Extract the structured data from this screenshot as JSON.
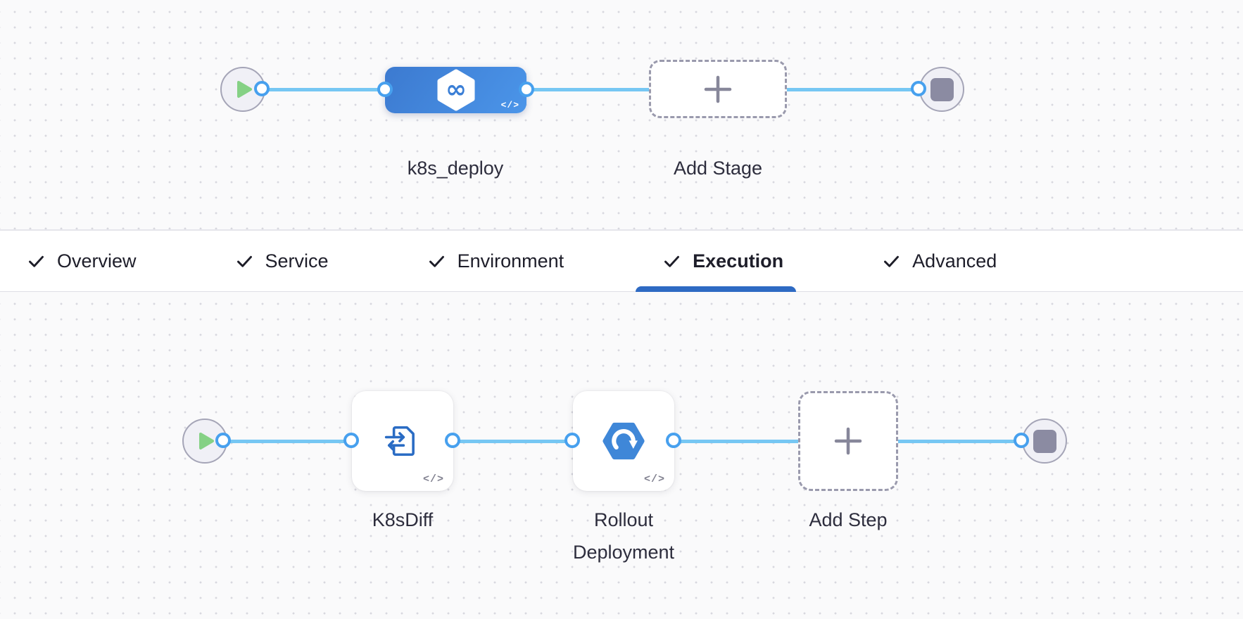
{
  "colors": {
    "accent_blue": "#2e6ac3",
    "connector_blue": "#76c7f3",
    "port_blue": "#47a0ee",
    "stage_blue_gradient_start": "#3c7ad0",
    "stage_blue_gradient_end": "#4b95e9",
    "icon_blue": "#2a6cc4",
    "rollout_icon_blue": "#3f87d8",
    "play_green": "#85d185",
    "stop_gray": "#8b8ba2"
  },
  "stage_pipeline": {
    "start_icon": "play-icon",
    "stage": {
      "label": "k8s_deploy",
      "icon": "harness-pipeline-icon",
      "code_badge": "</>"
    },
    "add_stage": {
      "label": "Add Stage",
      "icon": "plus-icon"
    },
    "end_icon": "stop-icon"
  },
  "tabs": {
    "items": [
      {
        "label": "Overview",
        "checked": true,
        "active": false
      },
      {
        "label": "Service",
        "checked": true,
        "active": false
      },
      {
        "label": "Environment",
        "checked": true,
        "active": false
      },
      {
        "label": "Execution",
        "checked": true,
        "active": true
      },
      {
        "label": "Advanced",
        "checked": true,
        "active": false
      }
    ]
  },
  "execution_pipeline": {
    "start_icon": "play-icon",
    "steps": [
      {
        "label": "K8sDiff",
        "icon": "k8s-diff-icon",
        "code_badge": "</>"
      },
      {
        "label": "Rollout Deployment",
        "icon": "rollout-deployment-icon",
        "code_badge": "</>"
      }
    ],
    "add_step": {
      "label": "Add Step",
      "icon": "plus-icon"
    },
    "end_icon": "stop-icon"
  }
}
